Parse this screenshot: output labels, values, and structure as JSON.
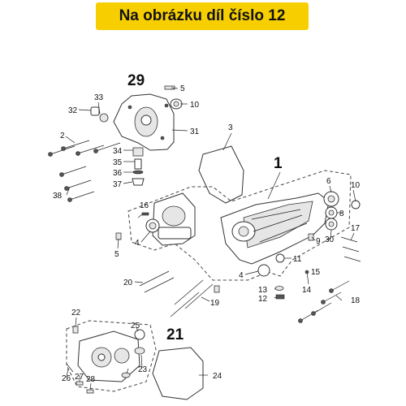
{
  "header": {
    "text": "Na obrázku díl číslo 12"
  },
  "callouts": {
    "c1": "1",
    "c2": "2",
    "c3": "3",
    "c4a": "4",
    "c4b": "4",
    "c5a": "5",
    "c5b": "5",
    "c6": "6",
    "c8": "8",
    "c9": "9",
    "c10a": "10",
    "c10b": "10",
    "c11": "11",
    "c12": "12",
    "c13": "13",
    "c14": "14",
    "c15": "15",
    "c16": "16",
    "c17": "17",
    "c18": "18",
    "c19": "19",
    "c20": "20",
    "c21": "21",
    "c22": "22",
    "c23": "23",
    "c24": "24",
    "c25": "25",
    "c26": "26",
    "c27": "27",
    "c28": "28",
    "c29": "29",
    "c30": "30",
    "c31": "31",
    "c32": "32",
    "c33": "33",
    "c34": "34",
    "c35": "35",
    "c36": "36",
    "c37": "37",
    "c38": "38"
  },
  "colors": {
    "banner": "#f7cf00",
    "line": "#333333"
  }
}
